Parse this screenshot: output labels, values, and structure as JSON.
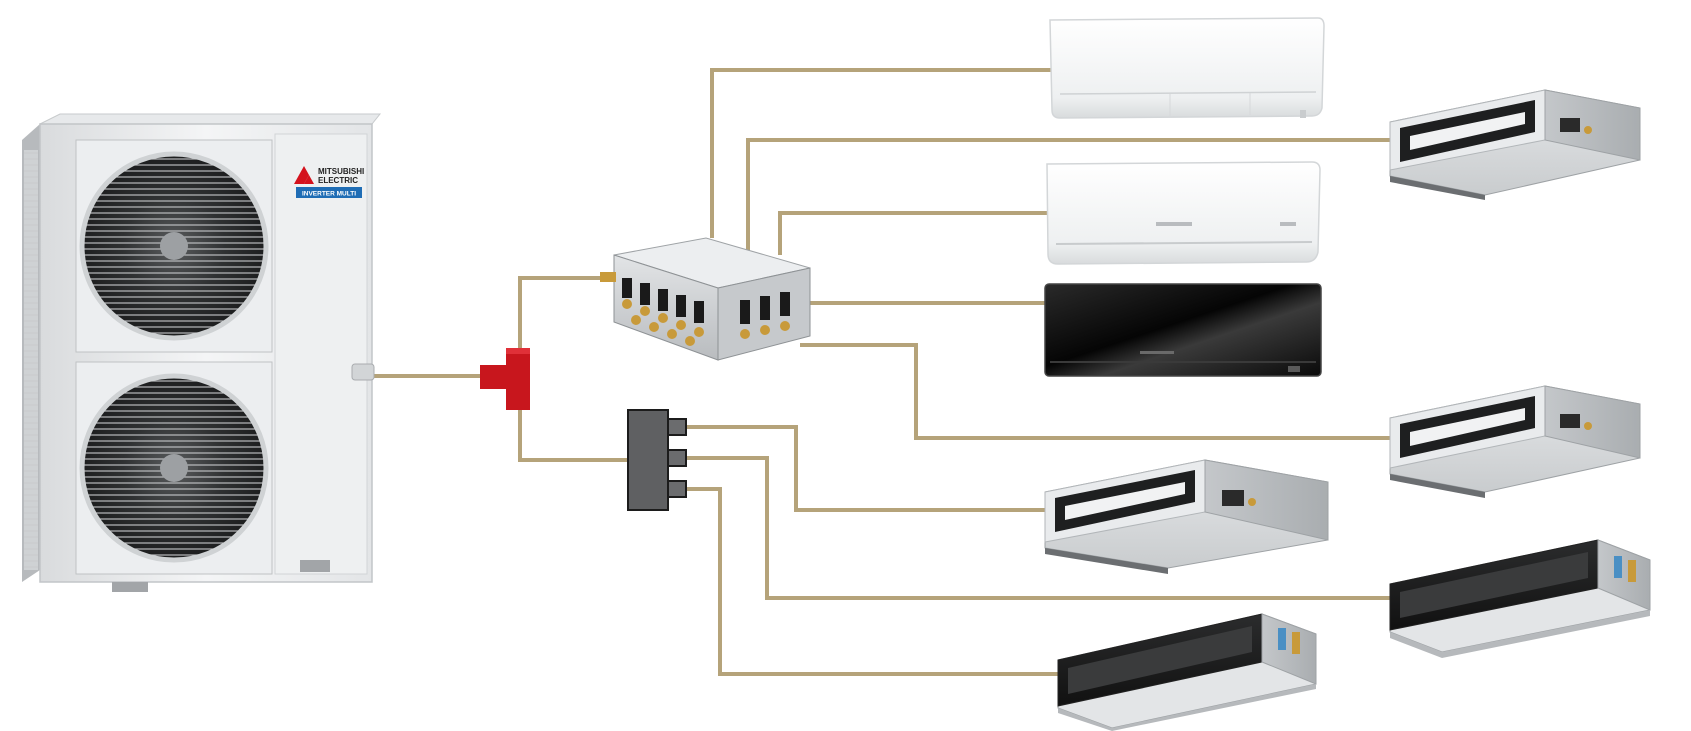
{
  "brand": {
    "name_line1": "MITSUBISHI",
    "name_line2": "ELECTRIC",
    "series_badge": "INVERTER MULTI"
  },
  "colors": {
    "piping": "#b5a37a",
    "branch_joint": "#c8161d",
    "header": "#5f6062",
    "unit_white": "#f3f4f5",
    "unit_black": "#0d0d0d",
    "badge_blue": "#1f6db5"
  },
  "components": {
    "outdoor_unit": "outdoor-condensing-unit",
    "branch_joint": "refrigerant-branch-joint",
    "branch_box": "multi-port-branch-box",
    "header": "three-port-branch-header",
    "indoor_units": [
      "wall-mounted-unit-deluxe",
      "ceiling-concealed-ducted-unit",
      "wall-mounted-unit-standard",
      "wall-mounted-unit-black",
      "ceiling-concealed-ducted-unit",
      "ceiling-concealed-ducted-unit",
      "slim-ducted-unit",
      "slim-ducted-unit"
    ]
  }
}
